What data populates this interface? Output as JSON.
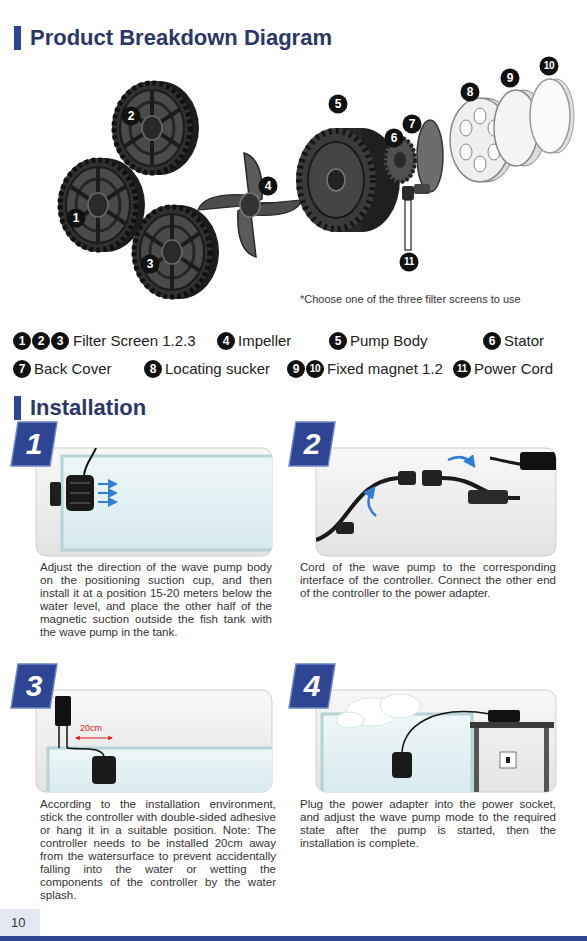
{
  "diagram": {
    "title": "Product Breakdown Diagram",
    "labels": [
      "1",
      "2",
      "3",
      "4",
      "5",
      "6",
      "7",
      "8",
      "9",
      "10",
      "11",
      "*Choose one of the three filter screens to use",
      "1",
      "2",
      "3",
      "Filter Screen 1.2.3",
      "4",
      "Impeller",
      "5",
      "Pump Body",
      "6",
      "Stator",
      "7",
      "Back Cover",
      "8",
      "Locating sucker",
      "9",
      "10",
      "Fixed magnet 1.2",
      "11",
      "Power Cord",
      "Installation",
      "1",
      "Adjust the direction of the wave pump body on the positioning suction cup, and then install it at a position 15-20 meters below the water level, and place the other half of the magnetic suction outside the fish tank with the wave pump in the tank.",
      "2",
      "Cord of the wave pump to the corresponding interface of the controller. Connect the other end of the controller to the power adapter.",
      "3",
      "20cm",
      "According to the installation environment, stick the controller with double-sided adhesive or hang it in a suitable position. Note: The controller needs to be installed 20cm away from the watersurface to prevent accidentally falling into the water or wetting the components of the controller by the water splash.",
      "4",
      "Plug the power adapter into the power socket, and adjust the wave pump mode to the required state after the pump is started, then the installation is complete.",
      "10"
    ]
  }
}
